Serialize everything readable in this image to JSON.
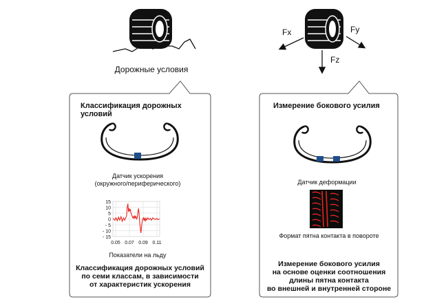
{
  "left": {
    "top_caption": "Дорожные условия",
    "panel_title": "Классификация дорожных условий",
    "sensor_label_line1": "Датчик ускорения",
    "sensor_label_line2": "(окружного/периферического)",
    "chart_caption": "Показатели на льду",
    "summary_line1": "Классификация дорожных условий",
    "summary_line2": "по семи классам, в зависимости",
    "summary_line3": "от характеристик ускорения"
  },
  "right": {
    "force_fx": "Fx",
    "force_fy": "Fy",
    "force_fz": "Fz",
    "panel_title": "Измерение бокового усилия",
    "sensor_label": "Датчик деформации",
    "footprint_caption": "Формат пятна контакта в повороте",
    "summary_line1": "Измерение бокового усилия",
    "summary_line2": "на основе оценки соотношения",
    "summary_line3": "длины пятна контакта",
    "summary_line4": "во внешней и внутренней стороне"
  },
  "colors": {
    "signal": "#e8251f",
    "sensor": "#1f4e8c",
    "panel_border": "#555555"
  },
  "chart_data": {
    "type": "line",
    "title": "",
    "xlabel": "",
    "ylabel": "",
    "x_ticks": [
      "0.05",
      "0.07",
      "0.09",
      "0.11"
    ],
    "y_ticks": [
      "15",
      "10",
      "5",
      "0",
      "- 5",
      "- 10",
      "- 15"
    ],
    "xlim": [
      0.04,
      0.115
    ],
    "ylim": [
      -15,
      15
    ],
    "grid": true,
    "series": [
      {
        "x": [
          0.04,
          0.043,
          0.045,
          0.047,
          0.049,
          0.051,
          0.053,
          0.055,
          0.057,
          0.059,
          0.061,
          0.062,
          0.063,
          0.064,
          0.065,
          0.066,
          0.067,
          0.068,
          0.069,
          0.07,
          0.071,
          0.072,
          0.073,
          0.074,
          0.075,
          0.076,
          0.077,
          0.078,
          0.079,
          0.08,
          0.081,
          0.082,
          0.083,
          0.084,
          0.085,
          0.086,
          0.087,
          0.088,
          0.089,
          0.09,
          0.091,
          0.092,
          0.093,
          0.094,
          0.096,
          0.098,
          0.1,
          0.102,
          0.104,
          0.106,
          0.108,
          0.11,
          0.112,
          0.115
        ],
        "y": [
          0.5,
          -1,
          1,
          -1.5,
          1.5,
          -1,
          2,
          -2,
          1,
          -1,
          1.5,
          3,
          10,
          13,
          6,
          9,
          7,
          8,
          5,
          4,
          2,
          1,
          2,
          0.5,
          3,
          1,
          2,
          0,
          1,
          5,
          9,
          5,
          -3,
          -8,
          -12,
          -6,
          -2,
          0,
          1,
          -1,
          0.5,
          -1.5,
          0.5,
          -1,
          1,
          -0.5,
          0.5,
          -1,
          1,
          0,
          -0.5,
          0.5,
          -0.5,
          0
        ]
      }
    ]
  }
}
